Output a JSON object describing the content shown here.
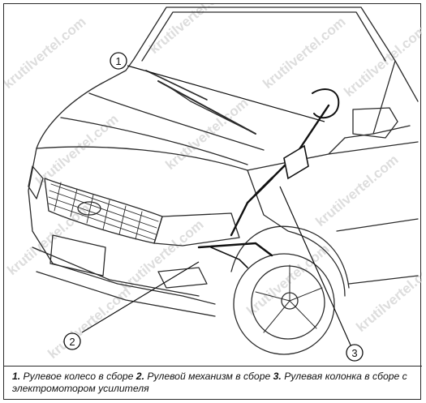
{
  "diagram": {
    "watermark": "krutilvertel.com",
    "callouts": [
      {
        "number": "1",
        "target": "steering-wheel-assembly"
      },
      {
        "number": "2",
        "target": "steering-gear-assembly"
      },
      {
        "number": "3",
        "target": "steering-column-with-electric-power-assist"
      }
    ]
  },
  "caption": {
    "item1_num": "1.",
    "item1_text": " Рулевое колесо в сборе ",
    "item2_num": "2.",
    "item2_text": " Рулевой механизм в сборе ",
    "item3_num": "3.",
    "item3_text": " Рулевая колонка в сборе с электромотором усилителя"
  },
  "colors": {
    "line": "#2a2a2a",
    "watermark": "#c9c9c9",
    "highlight_line": "#111111"
  }
}
